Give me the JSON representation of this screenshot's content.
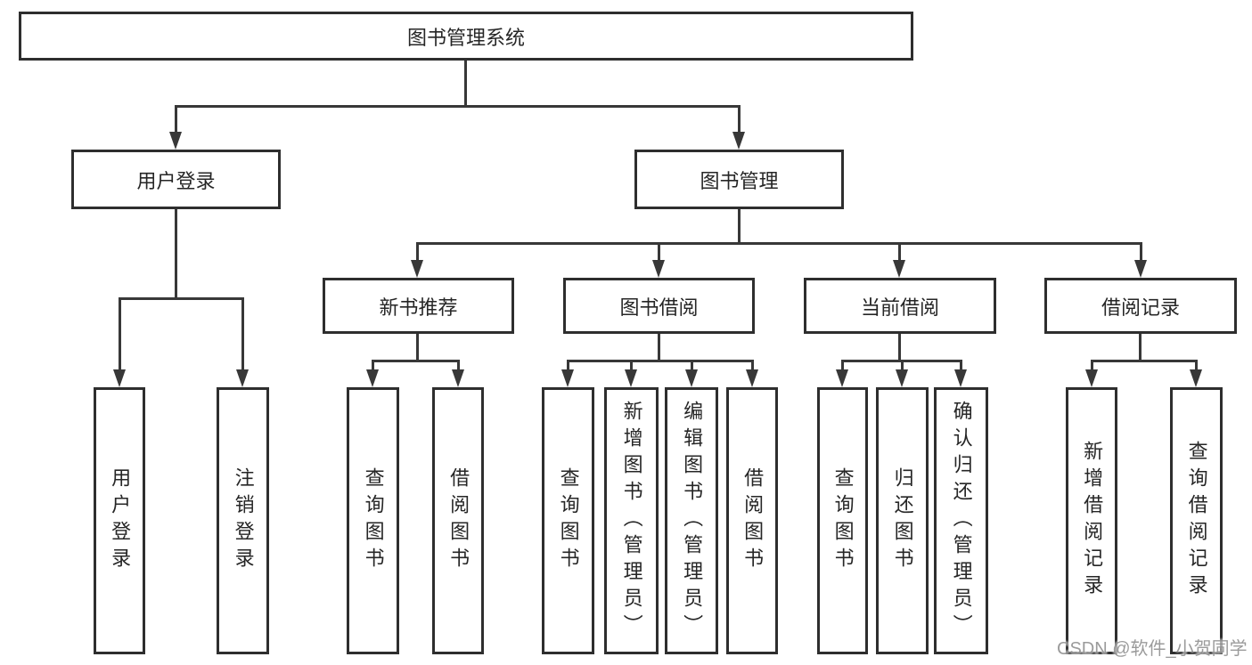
{
  "diagram": {
    "title": "图书管理系统",
    "root": {
      "label": "图书管理系统"
    },
    "branches": [
      {
        "label": "用户登录",
        "children": [
          {
            "label": "用户登录"
          },
          {
            "label": "注销登录"
          }
        ]
      },
      {
        "label": "图书管理",
        "children": [
          {
            "label": "新书推荐",
            "children": [
              {
                "label": "查询图书"
              },
              {
                "label": "借阅图书"
              }
            ]
          },
          {
            "label": "图书借阅",
            "children": [
              {
                "label": "查询图书"
              },
              {
                "label": "新增图书（管理员）"
              },
              {
                "label": "编辑图书（管理员）"
              },
              {
                "label": "借阅图书"
              }
            ]
          },
          {
            "label": "当前借阅",
            "children": [
              {
                "label": "查询图书"
              },
              {
                "label": "归还图书"
              },
              {
                "label": "确认归还（管理员）"
              }
            ]
          },
          {
            "label": "借阅记录",
            "children": [
              {
                "label": "新增借阅记录"
              },
              {
                "label": "查询借阅记录"
              }
            ]
          }
        ]
      }
    ]
  },
  "watermark": {
    "text": "CSDN @软件_小贺同学"
  },
  "colors": {
    "line": "#383838",
    "box_border": "#2e2e2e",
    "text": "#262626",
    "watermark": "#898989",
    "background": "#ffffff"
  }
}
